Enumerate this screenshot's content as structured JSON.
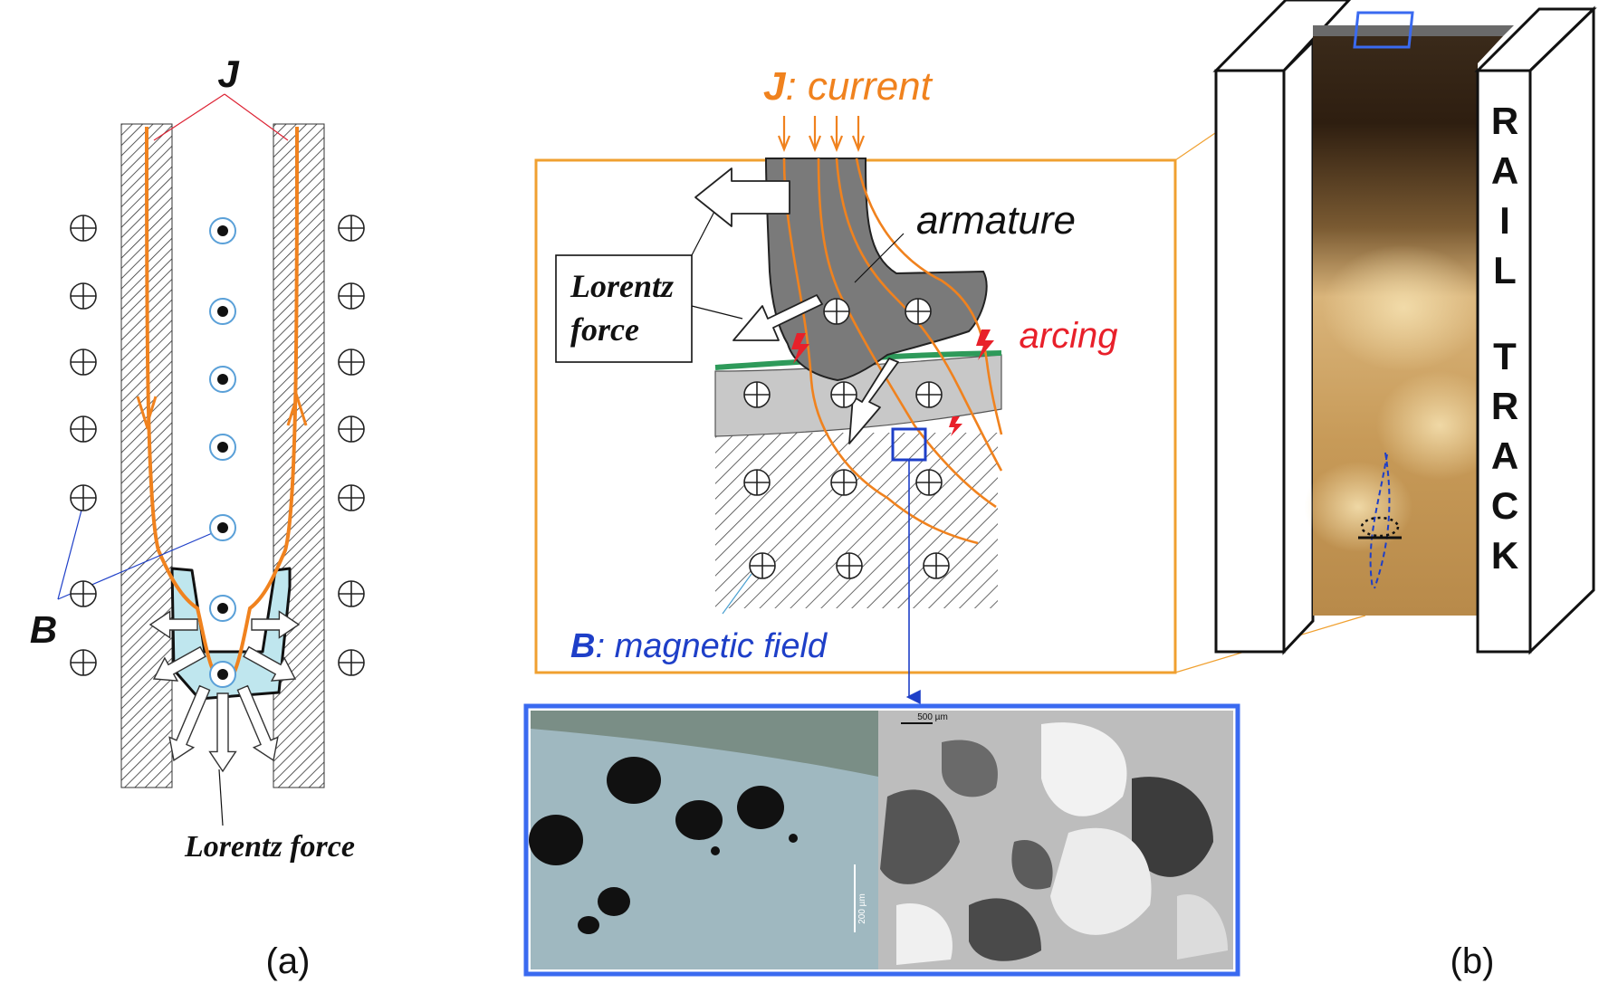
{
  "panel_a": {
    "label_current": "J",
    "label_field": "B",
    "label_force": "Lorentz force",
    "caption": "(a)"
  },
  "detail": {
    "current_symbol": "J",
    "current_text": ": current",
    "armature_label": "armature",
    "lorentz_box_line1": "Lorentz",
    "lorentz_box_line2": "force",
    "arcing_label": "arcing",
    "field_symbol": "B",
    "field_text": ": magnetic field"
  },
  "micrograph": {
    "scale_left": "200 µm",
    "scale_right": "500 µm"
  },
  "panel_b": {
    "rail_word_1": "RAIL",
    "rail_word_2": "TRACK",
    "caption": "(b)"
  },
  "colors": {
    "current": "#f0821e",
    "field": "#1e3fc8",
    "arcing": "#e8202a",
    "armature": "#7a7a7a",
    "liner": "#c8c8c8",
    "detail_frame": "#f0a030",
    "micrograph_frame": "#3a6af0",
    "green_layer": "#2e9a5a"
  }
}
